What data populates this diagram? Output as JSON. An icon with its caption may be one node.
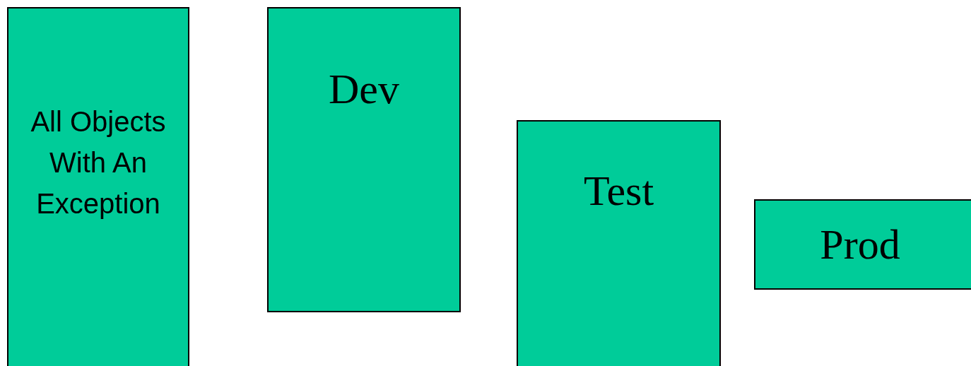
{
  "diagram": {
    "nodes": [
      {
        "text": [
          "All Objects With An Exception"
        ]
      },
      {
        "text": [
          "Dev"
        ]
      },
      {
        "text": [
          "Test"
        ]
      },
      {
        "text": [
          "Prod"
        ]
      }
    ]
  }
}
